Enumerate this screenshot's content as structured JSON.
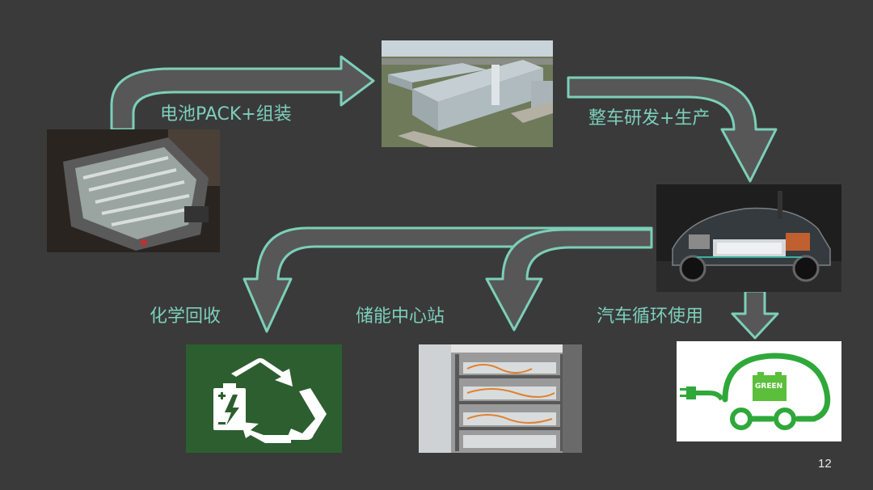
{
  "slide": {
    "background": "#3a3a3a",
    "accent_color": "#7ccfb9",
    "arrow_fill": "#575757",
    "page_number": "12"
  },
  "steps": [
    {
      "id": "battery-pack",
      "label": "电池PACK+组装",
      "icon": "battery-pack-photo"
    },
    {
      "id": "vehicle-rd",
      "label": "整车研发+生产",
      "icon": "factory-photo"
    },
    {
      "id": "ev-chassis",
      "label": "",
      "icon": "ev-chassis-photo"
    },
    {
      "id": "chemical-recycling",
      "label": "化学回收",
      "icon": "recycle-battery-icon"
    },
    {
      "id": "energy-storage",
      "label": "储能中心站",
      "icon": "battery-rack-photo"
    },
    {
      "id": "vehicle-reuse",
      "label": "汽车循环使用",
      "icon": "green-car-icon"
    }
  ],
  "green_car_badge": "GREEN"
}
